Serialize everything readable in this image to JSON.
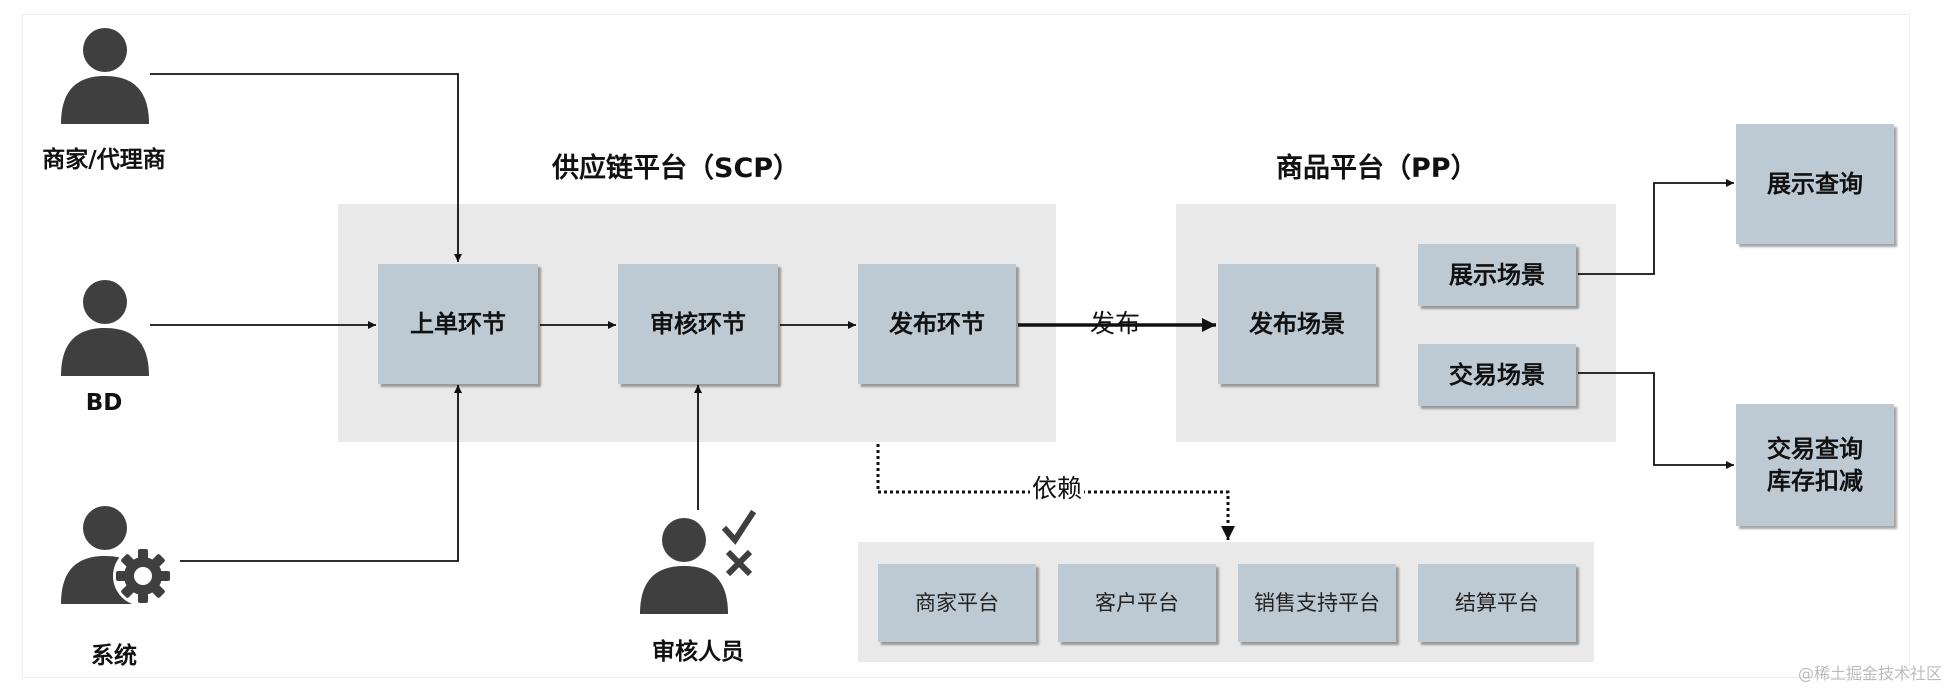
{
  "actors": {
    "merchant": "商家/代理商",
    "bd": "BD",
    "system": "系统",
    "reviewer": "审核人员"
  },
  "scp": {
    "title": "供应链平台（SCP）",
    "steps": [
      "上单环节",
      "审核环节",
      "发布环节"
    ]
  },
  "pp": {
    "title": "商品平台（PP）",
    "publish_scene": "发布场景",
    "display_scene": "展示场景",
    "trade_scene": "交易场景"
  },
  "outputs": {
    "display_query": "展示查询",
    "trade_query_line1": "交易查询",
    "trade_query_line2": "库存扣减"
  },
  "edges": {
    "publish": "发布",
    "depends": "依赖"
  },
  "dependencies": [
    "商家平台",
    "客户平台",
    "销售支持平台",
    "结算平台"
  ],
  "watermark": "@稀土掘金技术社区",
  "colors": {
    "box_fill": "#bdc9d3",
    "panel_fill": "#e9e9e9",
    "actor_fill": "#3f3f3f"
  }
}
